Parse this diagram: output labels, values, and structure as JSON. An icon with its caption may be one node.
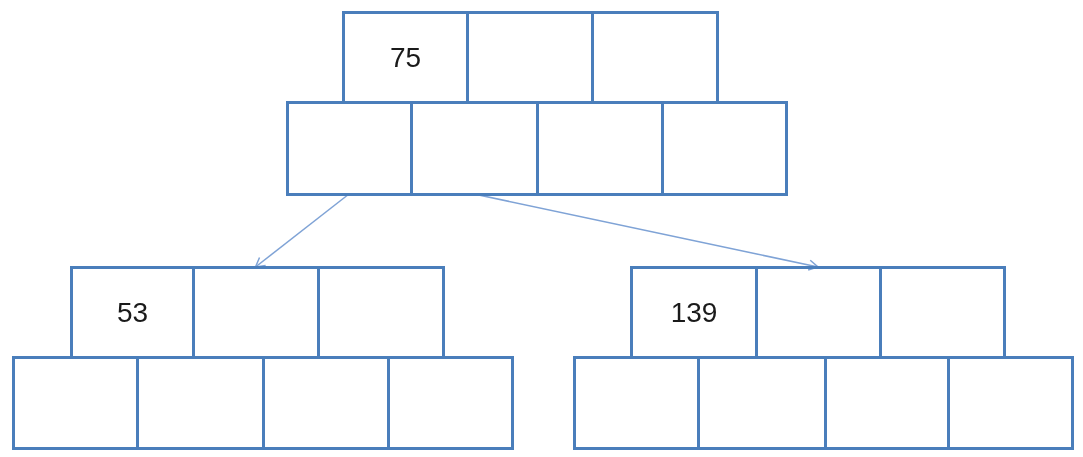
{
  "diagram": {
    "nodes": [
      {
        "text": [
          "75"
        ]
      },
      {
        "text": [],
        "shape": "box"
      },
      {
        "text": [],
        "shape": "box"
      },
      {
        "text": [],
        "shape": "box"
      },
      {
        "text": [],
        "shape": "box"
      },
      {
        "text": [],
        "shape": "box"
      },
      {
        "text": [],
        "shape": "box"
      },
      {
        "text": [
          "53"
        ]
      },
      {
        "text": [],
        "shape": "box"
      },
      {
        "text": [],
        "shape": "box"
      },
      {
        "text": [],
        "shape": "box"
      },
      {
        "text": [],
        "shape": "box"
      },
      {
        "text": [],
        "shape": "box"
      },
      {
        "text": [],
        "shape": "box"
      },
      {
        "text": [
          "139"
        ]
      },
      {
        "text": [],
        "shape": "box"
      },
      {
        "text": [],
        "shape": "box"
      },
      {
        "text": [],
        "shape": "box"
      },
      {
        "text": [],
        "shape": "box"
      },
      {
        "text": [],
        "shape": "box"
      },
      {
        "text": [],
        "shape": "box"
      }
    ],
    "edges": [
      {
        "from": 3,
        "to": 8,
        "arrow": "to"
      },
      {
        "from": 4,
        "to": 15,
        "arrow": "to"
      }
    ]
  }
}
